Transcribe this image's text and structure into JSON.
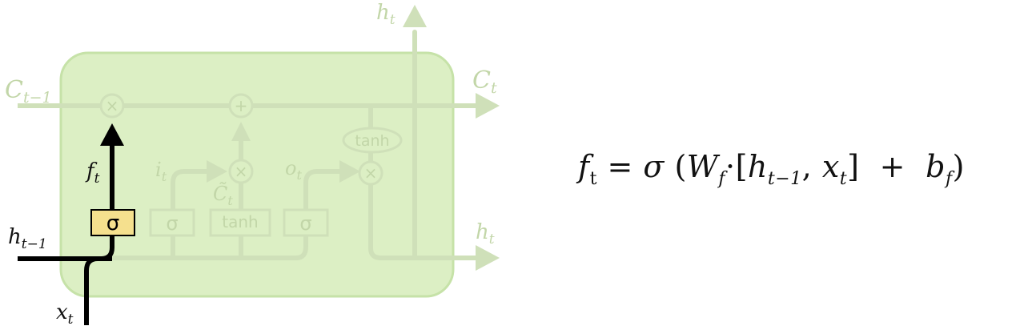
{
  "diagram": {
    "labels": {
      "c_prev": {
        "base": "C",
        "sub": "t−1"
      },
      "c_next": {
        "base": "C",
        "sub": "t"
      },
      "h_out_top": {
        "base": "h",
        "sub": "t"
      },
      "h_out_right": {
        "base": "h",
        "sub": "t"
      },
      "h_prev": {
        "base": "h",
        "sub": "t−1"
      },
      "x_in": {
        "base": "x",
        "sub": "t"
      },
      "f_gate": {
        "base": "f",
        "sub": "t"
      },
      "i_gate": {
        "base": "i",
        "sub": "t"
      },
      "o_gate": {
        "base": "o",
        "sub": "t"
      },
      "c_tilde": {
        "base": "C̃",
        "sub": "t"
      }
    },
    "boxes": {
      "forget_sigma": "σ",
      "input_sigma": "σ",
      "candidate_tanh": "tanh",
      "output_sigma": "σ",
      "cell_tanh": "tanh"
    },
    "ops": {
      "multiply": "×",
      "add": "+"
    },
    "colors": {
      "cell_fill": "#dcefc4",
      "cell_stroke": "#c6e2a8",
      "faded_line": "#cfe0b9",
      "faded_text": "#c2d6a8",
      "highlight_line": "#000000",
      "highlight_box": "#f5e08e"
    }
  },
  "equation": {
    "lhs": {
      "base": "f",
      "sub": "t"
    },
    "eq": " = ",
    "sigma": "σ",
    "open": " (",
    "w": {
      "base": "W",
      "sub": "f"
    },
    "dot": "·[",
    "h": {
      "base": "h",
      "sub": "t−1"
    },
    "comma": ", ",
    "x": {
      "base": "x",
      "sub": "t"
    },
    "close_bracket": "]  +  ",
    "b": {
      "base": "b",
      "sub": "f"
    },
    "close": ")"
  }
}
